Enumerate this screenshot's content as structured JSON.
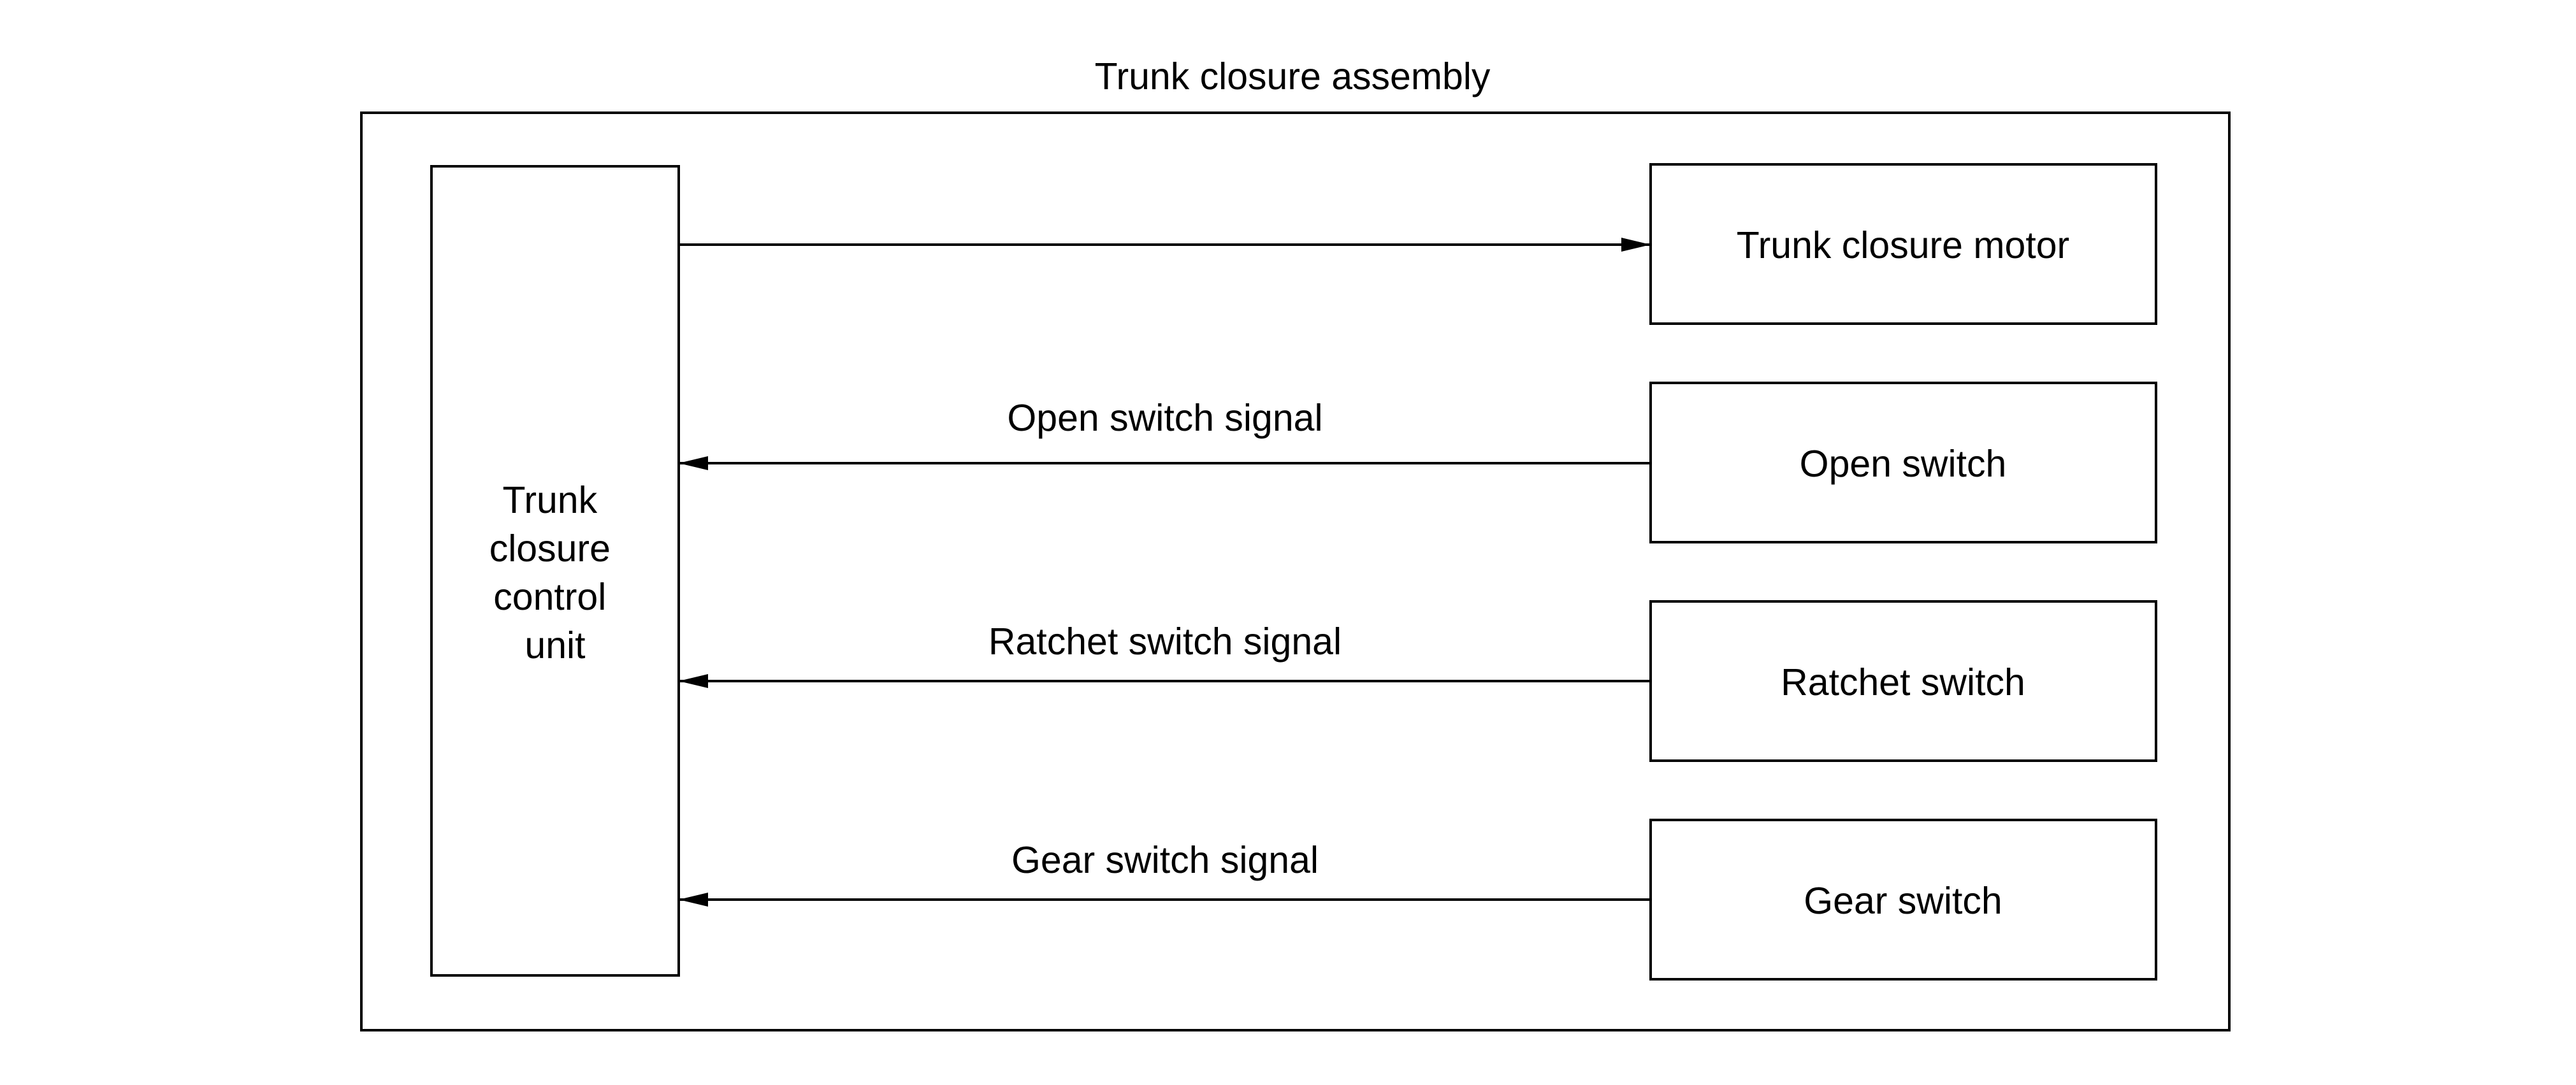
{
  "title": "Trunk closure assembly",
  "control_unit": {
    "label_lines": [
      "Trunk",
      "closure",
      "control",
      "unit"
    ]
  },
  "components": [
    {
      "id": "motor",
      "label": "Trunk closure motor"
    },
    {
      "id": "open_switch",
      "label": "Open switch"
    },
    {
      "id": "ratchet_switch",
      "label": "Ratchet switch"
    },
    {
      "id": "gear_switch",
      "label": "Gear switch"
    }
  ],
  "connections": [
    {
      "from": "control_unit",
      "to": "motor",
      "label": ""
    },
    {
      "from": "open_switch",
      "to": "control_unit",
      "label": "Open switch signal"
    },
    {
      "from": "ratchet_switch",
      "to": "control_unit",
      "label": "Ratchet switch signal"
    },
    {
      "from": "gear_switch",
      "to": "control_unit",
      "label": "Gear switch signal"
    }
  ]
}
